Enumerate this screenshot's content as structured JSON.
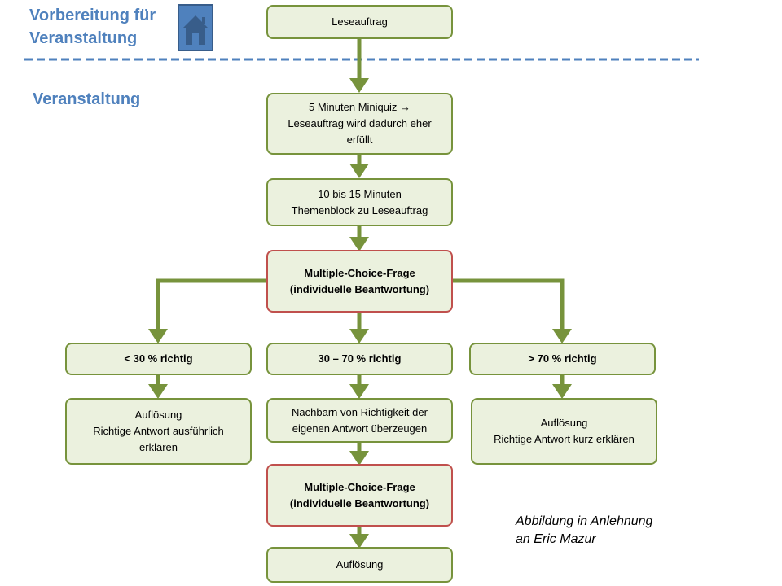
{
  "header": {
    "prep_title_lines": [
      "Vorbereitung für",
      "Veranstaltung"
    ],
    "event_title": "Veranstaltung",
    "icon": "home-icon"
  },
  "flow": {
    "reading_task": "Leseauftrag",
    "miniquiz_lines": [
      "5 Minuten Miniquiz →",
      "Leseauftrag wird dadurch eher",
      "erfüllt"
    ],
    "topic_block_lines": [
      "10 bis 15 Minuten",
      "Themenblock zu Leseauftrag"
    ],
    "mc_question_1_lines": [
      "Multiple-Choice-Frage",
      "(individuelle Beantwortung)"
    ],
    "branch_low": "< 30 % richtig",
    "branch_mid": "30 – 70 % richtig",
    "branch_high": "> 70 % richtig",
    "result_low_lines": [
      "Auflösung",
      "Richtige Antwort  ausführlich",
      "erklären"
    ],
    "result_mid_lines": [
      "Nachbarn von Richtigkeit der",
      "eigenen Antwort  überzeugen"
    ],
    "result_high_lines": [
      "Auflösung",
      "Richtige Antwort  kurz erklären"
    ],
    "mc_question_2_lines": [
      "Multiple-Choice-Frage",
      "(individuelle Beantwortung)"
    ],
    "final_resolution": "Auflösung"
  },
  "caption_lines": [
    "Abbildung in Anlehnung",
    "an Eric Mazur"
  ],
  "colors": {
    "title_blue": "#4f81bd",
    "box_fill": "#ebf1de",
    "box_border_green": "#77933c",
    "box_border_red": "#c0504d",
    "arrow_green": "#77933c",
    "divider_blue": "#4f81bd"
  }
}
